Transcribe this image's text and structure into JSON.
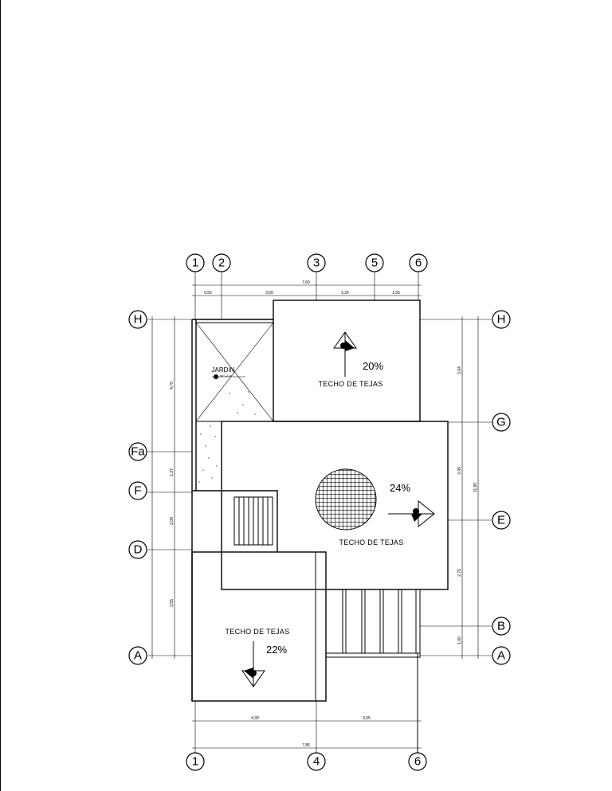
{
  "axes": {
    "top": [
      "1",
      "2",
      "3",
      "5",
      "6"
    ],
    "bottom": [
      "1",
      "4",
      "6"
    ],
    "left": [
      "H",
      "Fa",
      "F",
      "D",
      "A"
    ],
    "right": [
      "H",
      "G",
      "E",
      "B",
      "A"
    ]
  },
  "dimensions": {
    "top_total": "7,60",
    "top_segments": [
      "0,55",
      "3,50",
      "2,25",
      "1,55"
    ],
    "bottom_segments": [
      "4,30",
      "3,55"
    ],
    "bottom_total": "7,85",
    "left_outer": "4,75",
    "left_segments": [
      "1,37",
      "2,09",
      "3,55"
    ],
    "right_segments": [
      "3,64",
      "3,45",
      "2,75",
      "1,00"
    ],
    "right_total": "11,85"
  },
  "labels": {
    "garden": "JARDIN",
    "garden_level": "NPT +0.30",
    "roof_top": "TECHO DE TEJAS",
    "roof_top_slope": "20%",
    "roof_mid": "TECHO DE TEJAS",
    "roof_mid_slope": "24%",
    "roof_low": "TECHO DE TEJAS",
    "roof_low_slope": "22%"
  }
}
